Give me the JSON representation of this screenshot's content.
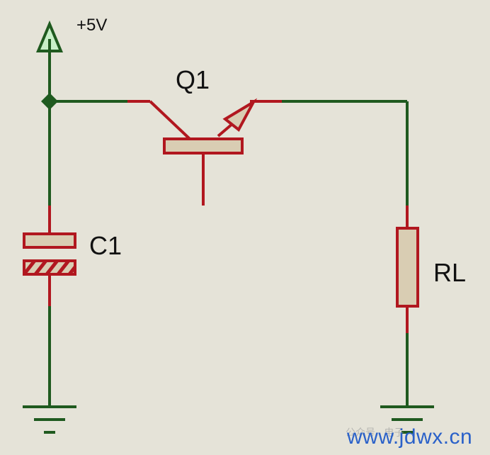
{
  "labels": {
    "supply": "+5V",
    "transistor": "Q1",
    "capacitor": "C1",
    "load": "RL"
  },
  "watermark": {
    "site": "www.jdwx.cn",
    "faint": "公众号 · 电子"
  },
  "colors": {
    "background": "#e5e3d8",
    "wire": "#1f5a1f",
    "component": "#b1171f",
    "component_fill": "#d9cdb3",
    "power_fill": "#c8f0c8",
    "watermark": "#2a61c9"
  }
}
